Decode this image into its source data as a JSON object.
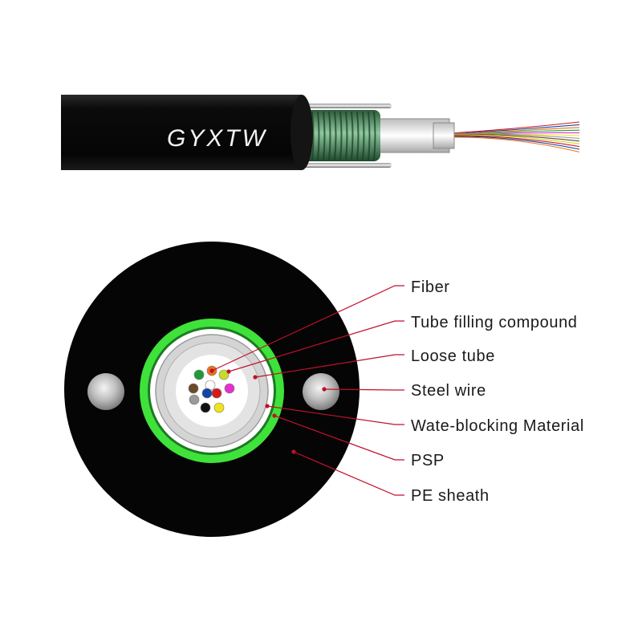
{
  "model_label": "GYXTW",
  "labels": [
    {
      "id": "fiber",
      "text": "Fiber"
    },
    {
      "id": "tube-filling-compound",
      "text": "Tube filling compound"
    },
    {
      "id": "loose-tube",
      "text": "Loose tube"
    },
    {
      "id": "steel-wire",
      "text": "Steel wire"
    },
    {
      "id": "water-blocking-material",
      "text": "Wate-blocking Material"
    },
    {
      "id": "psp",
      "text": "PSP"
    },
    {
      "id": "pe-sheath",
      "text": "PE sheath"
    }
  ],
  "fiber_colors": [
    "#1f9a3a",
    "#e8731a",
    "#c7dc2a",
    "#ffffff",
    "#6b4a2a",
    "#1446a8",
    "#d41a1a",
    "#e62fd0",
    "#9a9a9a",
    "#111111",
    "#f2e318"
  ],
  "colors": {
    "sheath": "#050505",
    "psp_green": "#3fe23a",
    "steel": "#c0c0c0",
    "leader": "#c0102a"
  }
}
